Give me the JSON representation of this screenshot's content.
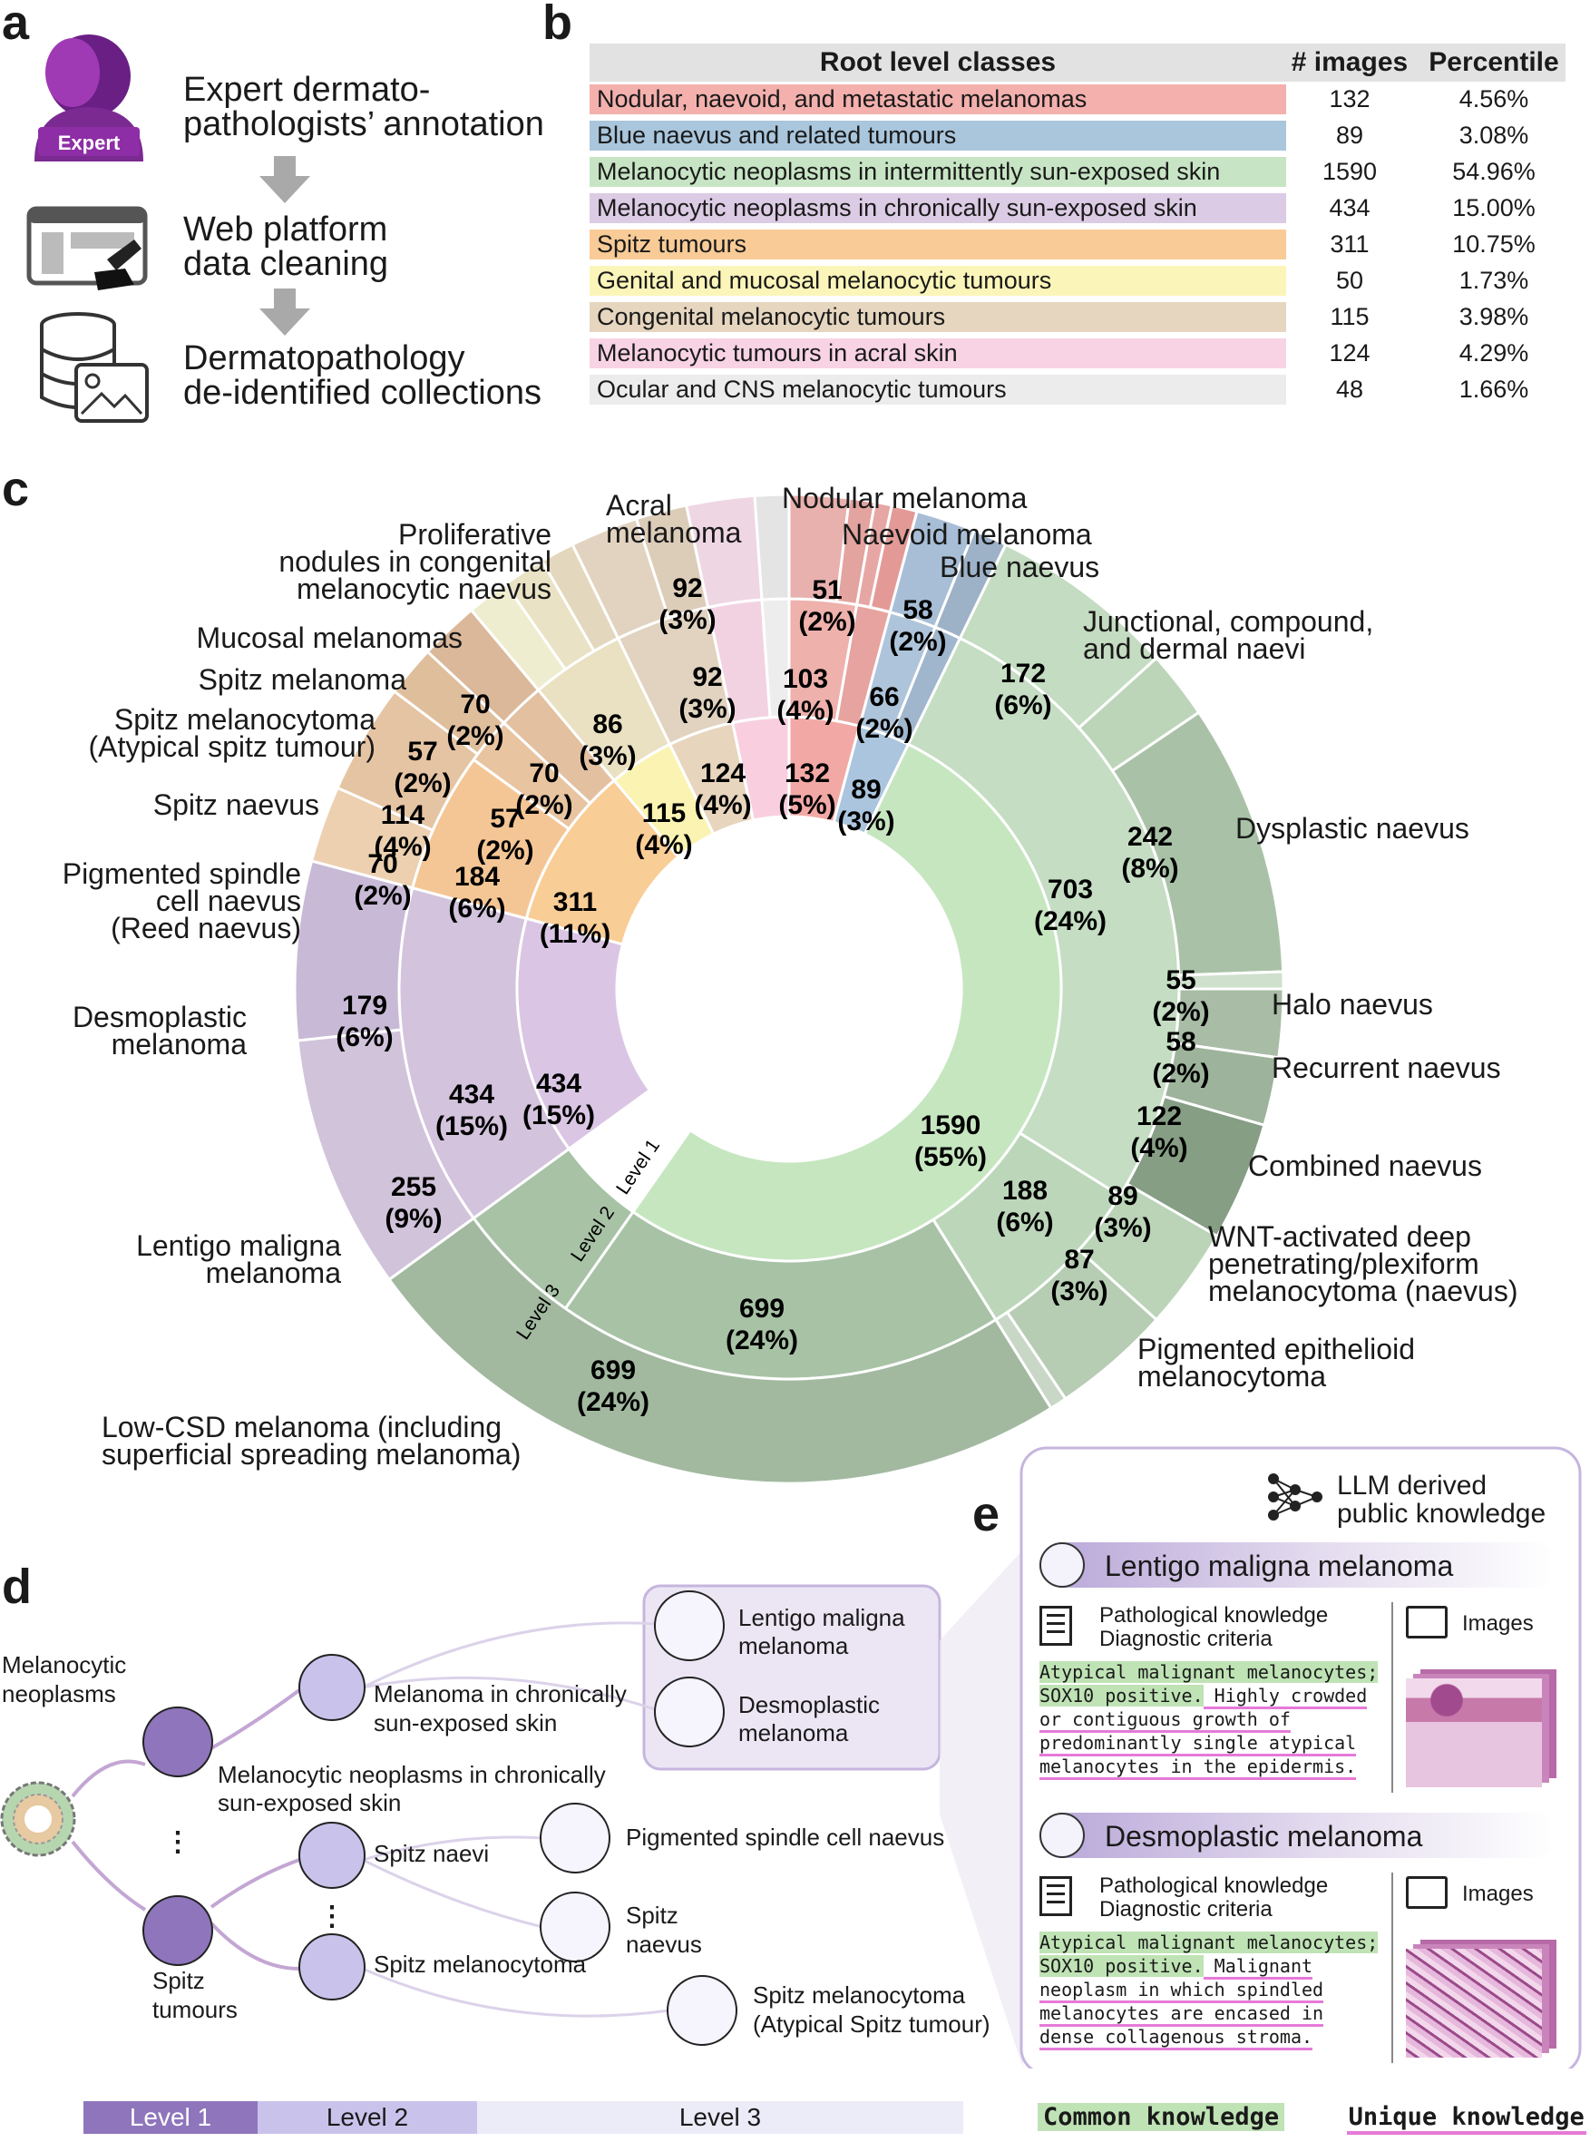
{
  "panel_letters": {
    "a": "a",
    "b": "b",
    "c": "c",
    "d": "d",
    "e": "e"
  },
  "panel_a": {
    "badge": "Expert",
    "steps": [
      [
        "Expert dermato-",
        "pathologists’ annotation"
      ],
      [
        "Web platform",
        "data cleaning"
      ],
      [
        "Dermatopathology",
        "de-identified collections"
      ]
    ]
  },
  "panel_b": {
    "headers": [
      "Root level classes",
      "# images",
      "Percentile"
    ],
    "rows": [
      {
        "name": "Nodular, naevoid, and metastatic melanomas",
        "images": "132",
        "pct": "4.56%",
        "color": "#f3b0ad"
      },
      {
        "name": "Blue naevus and related tumours",
        "images": "89",
        "pct": "3.08%",
        "color": "#a9c6dc"
      },
      {
        "name": "Melanocytic neoplasms in intermittently sun-exposed skin",
        "images": "1590",
        "pct": "54.96%",
        "color": "#c7e5c4"
      },
      {
        "name": "Melanocytic neoplasms in chronically sun-exposed skin",
        "images": "434",
        "pct": "15.00%",
        "color": "#dccbe4"
      },
      {
        "name": "Spitz tumours",
        "images": "311",
        "pct": "10.75%",
        "color": "#f8cb97"
      },
      {
        "name": "Genital and mucosal melanocytic tumours",
        "images": "50",
        "pct": "1.73%",
        "color": "#fbf5b9"
      },
      {
        "name": "Congenital melanocytic tumours",
        "images": "115",
        "pct": "3.98%",
        "color": "#e6d6bf"
      },
      {
        "name": "Melanocytic tumours in acral skin",
        "images": "124",
        "pct": "4.29%",
        "color": "#f8d3e3"
      },
      {
        "name": "Ocular and CNS melanocytic tumours",
        "images": "48",
        "pct": "1.66%",
        "color": "#ececec"
      }
    ]
  },
  "panel_c": {
    "level_labels": [
      "Level 1",
      "Level 2",
      "Level 3"
    ],
    "ring_labels": [
      {
        "l1": "132",
        "l2": "(5%)"
      },
      {
        "l1": "89",
        "l2": "(3%)"
      },
      {
        "l1": "1590",
        "l2": "(55%)"
      },
      {
        "l1": "434",
        "l2": "(15%)"
      },
      {
        "l1": "311",
        "l2": "(11%)"
      },
      {
        "l1": "115",
        "l2": "(4%)"
      },
      {
        "l1": "124",
        "l2": "(4%)"
      },
      {
        "l1": "103",
        "l2": "(4%)"
      },
      {
        "l1": "66",
        "l2": "(2%)"
      },
      {
        "l1": "703",
        "l2": "(24%)"
      },
      {
        "l1": "188",
        "l2": "(6%)"
      },
      {
        "l1": "699",
        "l2": "(24%)"
      },
      {
        "l1": "434",
        "l2": "(15%)"
      },
      {
        "l1": "184",
        "l2": "(6%)"
      },
      {
        "l1": "57",
        "l2": "(2%)"
      },
      {
        "l1": "70",
        "l2": "(2%)"
      },
      {
        "l1": "86",
        "l2": "(3%)"
      },
      {
        "l1": "92",
        "l2": "(3%)"
      },
      {
        "l1": "51",
        "l2": "(2%)"
      },
      {
        "l1": "58",
        "l2": "(2%)"
      },
      {
        "l1": "172",
        "l2": "(6%)"
      },
      {
        "l1": "242",
        "l2": "(8%)"
      },
      {
        "l1": "55",
        "l2": "(2%)"
      },
      {
        "l1": "58",
        "l2": "(2%)"
      },
      {
        "l1": "122",
        "l2": "(4%)"
      },
      {
        "l1": "89",
        "l2": "(3%)"
      },
      {
        "l1": "87",
        "l2": "(3%)"
      },
      {
        "l1": "699",
        "l2": "(24%)"
      },
      {
        "l1": "255",
        "l2": "(9%)"
      },
      {
        "l1": "179",
        "l2": "(6%)"
      },
      {
        "l1": "70",
        "l2": "(2%)"
      },
      {
        "l1": "114",
        "l2": "(4%)"
      },
      {
        "l1": "57",
        "l2": "(2%)"
      },
      {
        "l1": "70",
        "l2": "(2%)"
      },
      {
        "l1": "92",
        "l2": "(3%)"
      }
    ],
    "outer_labels": [
      [
        "Nodular melanoma"
      ],
      [
        "Naevoid melanoma"
      ],
      [
        "Blue naevus"
      ],
      [
        "Junctional, compound,",
        "and dermal naevi"
      ],
      [
        "Dysplastic naevus"
      ],
      [
        "Halo naevus"
      ],
      [
        "Recurrent naevus"
      ],
      [
        "Combined naevus"
      ],
      [
        "WNT-activated deep",
        "penetrating/plexiform",
        "melanocytoma (naevus)"
      ],
      [
        "Pigmented epithelioid",
        "melanocytoma"
      ],
      [
        "Low-CSD melanoma (including",
        "superficial spreading melanoma)"
      ],
      [
        "Lentigo maligna",
        "melanoma"
      ],
      [
        "Desmoplastic",
        "melanoma"
      ],
      [
        "Pigmented spindle",
        "cell naevus",
        "(Reed naevus)"
      ],
      [
        "Spitz naevus"
      ],
      [
        "Spitz melanocytoma",
        "(Atypical spitz tumour)"
      ],
      [
        "Spitz melanoma"
      ],
      [
        "Mucosal melanomas"
      ],
      [
        "Proliferative",
        "nodules in congenital",
        "melanocytic naevus"
      ],
      [
        "Acral",
        "melanoma"
      ]
    ]
  },
  "panel_d": {
    "root": [
      "Melanocytic",
      "neoplasms"
    ],
    "level1": [
      [
        "Melanocytic neoplasms in chronically",
        "sun-exposed skin"
      ],
      [
        "Spitz",
        "tumours"
      ]
    ],
    "level2": [
      [
        "Melanoma in chronically",
        "sun-exposed skin"
      ],
      [
        "Spitz naevi"
      ],
      [
        "Spitz melanocytoma"
      ]
    ],
    "level3": [
      [
        "Lentigo maligna",
        "melanoma"
      ],
      [
        "Desmoplastic",
        "melanoma"
      ],
      [
        "Pigmented spindle cell naevus"
      ],
      [
        "Spitz",
        "naevus"
      ],
      [
        "Spitz melanocytoma",
        "(Atypical Spitz tumour)"
      ]
    ],
    "ellipsis": "⋮",
    "legend": [
      "Level 1",
      "Level 2",
      "Level 3"
    ]
  },
  "panel_e": {
    "header": [
      "LLM derived",
      "public knowledge"
    ],
    "cards": [
      {
        "title": "Lentigo maligna melanoma",
        "pk": [
          "Pathological knowledge",
          "Diagnostic criteria"
        ],
        "images_label": "Images",
        "text": [
          [
            "Atypical malignant melanocytes;",
            "c"
          ],
          [
            "SOX10 positive.",
            "c",
            " Highly crowded",
            "u"
          ],
          [
            "or contiguous growth of",
            "u"
          ],
          [
            "predominantly single atypical",
            "u"
          ],
          [
            "melanocytes in the epidermis.",
            "u"
          ]
        ]
      },
      {
        "title": "Desmoplastic melanoma",
        "pk": [
          "Pathological knowledge",
          "Diagnostic criteria"
        ],
        "images_label": "Images",
        "text": [
          [
            "Atypical malignant melanocytes;",
            "c"
          ],
          [
            "SOX10 positive.",
            "c",
            " Malignant",
            "u"
          ],
          [
            "neoplasm in which spindled",
            "u"
          ],
          [
            "melanocytes are encased in",
            "u"
          ],
          [
            "dense collagenous stroma.",
            "u"
          ]
        ]
      }
    ],
    "legend": [
      "Common knowledge",
      "Unique knowledge"
    ]
  }
}
